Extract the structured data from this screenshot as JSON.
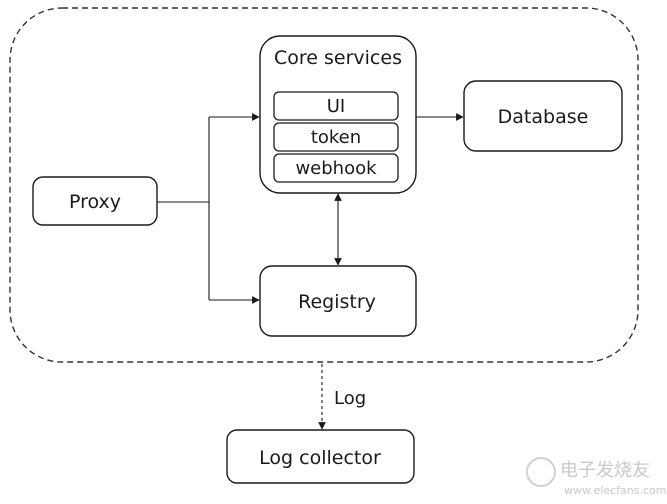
{
  "diagram": {
    "nodes": {
      "core": {
        "title": "Core services",
        "items": [
          "UI",
          "token",
          "webhook"
        ]
      },
      "database": "Database",
      "proxy": "Proxy",
      "registry": "Registry",
      "log_collector": "Log collector"
    },
    "edge_labels": {
      "log": "Log"
    }
  },
  "watermark": {
    "text": "电子发烧友",
    "url": "www.elecfans.com"
  },
  "colors": {
    "stroke": "#1a1a1a",
    "text": "#1a1a1a",
    "dash": "#333333",
    "watermark": "#c9c9c9"
  }
}
